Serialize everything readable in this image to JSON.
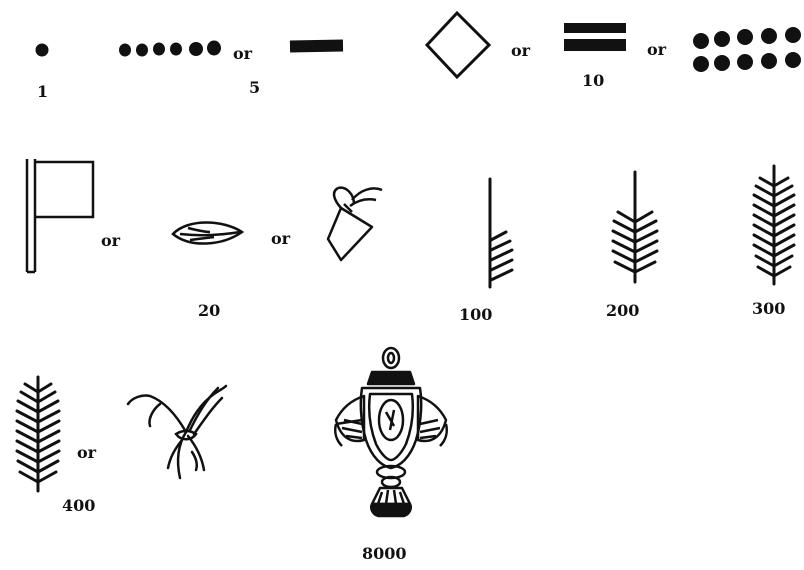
{
  "connector": "or",
  "glyphs": {
    "dot": "dot",
    "bar": "bar",
    "diamond": "diamond",
    "double_bar": "double-bar",
    "flag": "flag",
    "leaf": "leaf",
    "tied_bag": "tied-bag",
    "feather_100": "feather-100",
    "feather_200": "feather-200",
    "feather_300": "feather-300",
    "feather_400": "feather-400",
    "plant_tuft": "plant-tuft",
    "incense_pouch": "incense-pouch"
  },
  "labels": {
    "one": "1",
    "five": "5",
    "ten": "10",
    "twenty": "20",
    "hundred": "100",
    "two_hundred": "200",
    "three_hundred": "300",
    "four_hundred": "400",
    "eight_thousand": "8000"
  }
}
